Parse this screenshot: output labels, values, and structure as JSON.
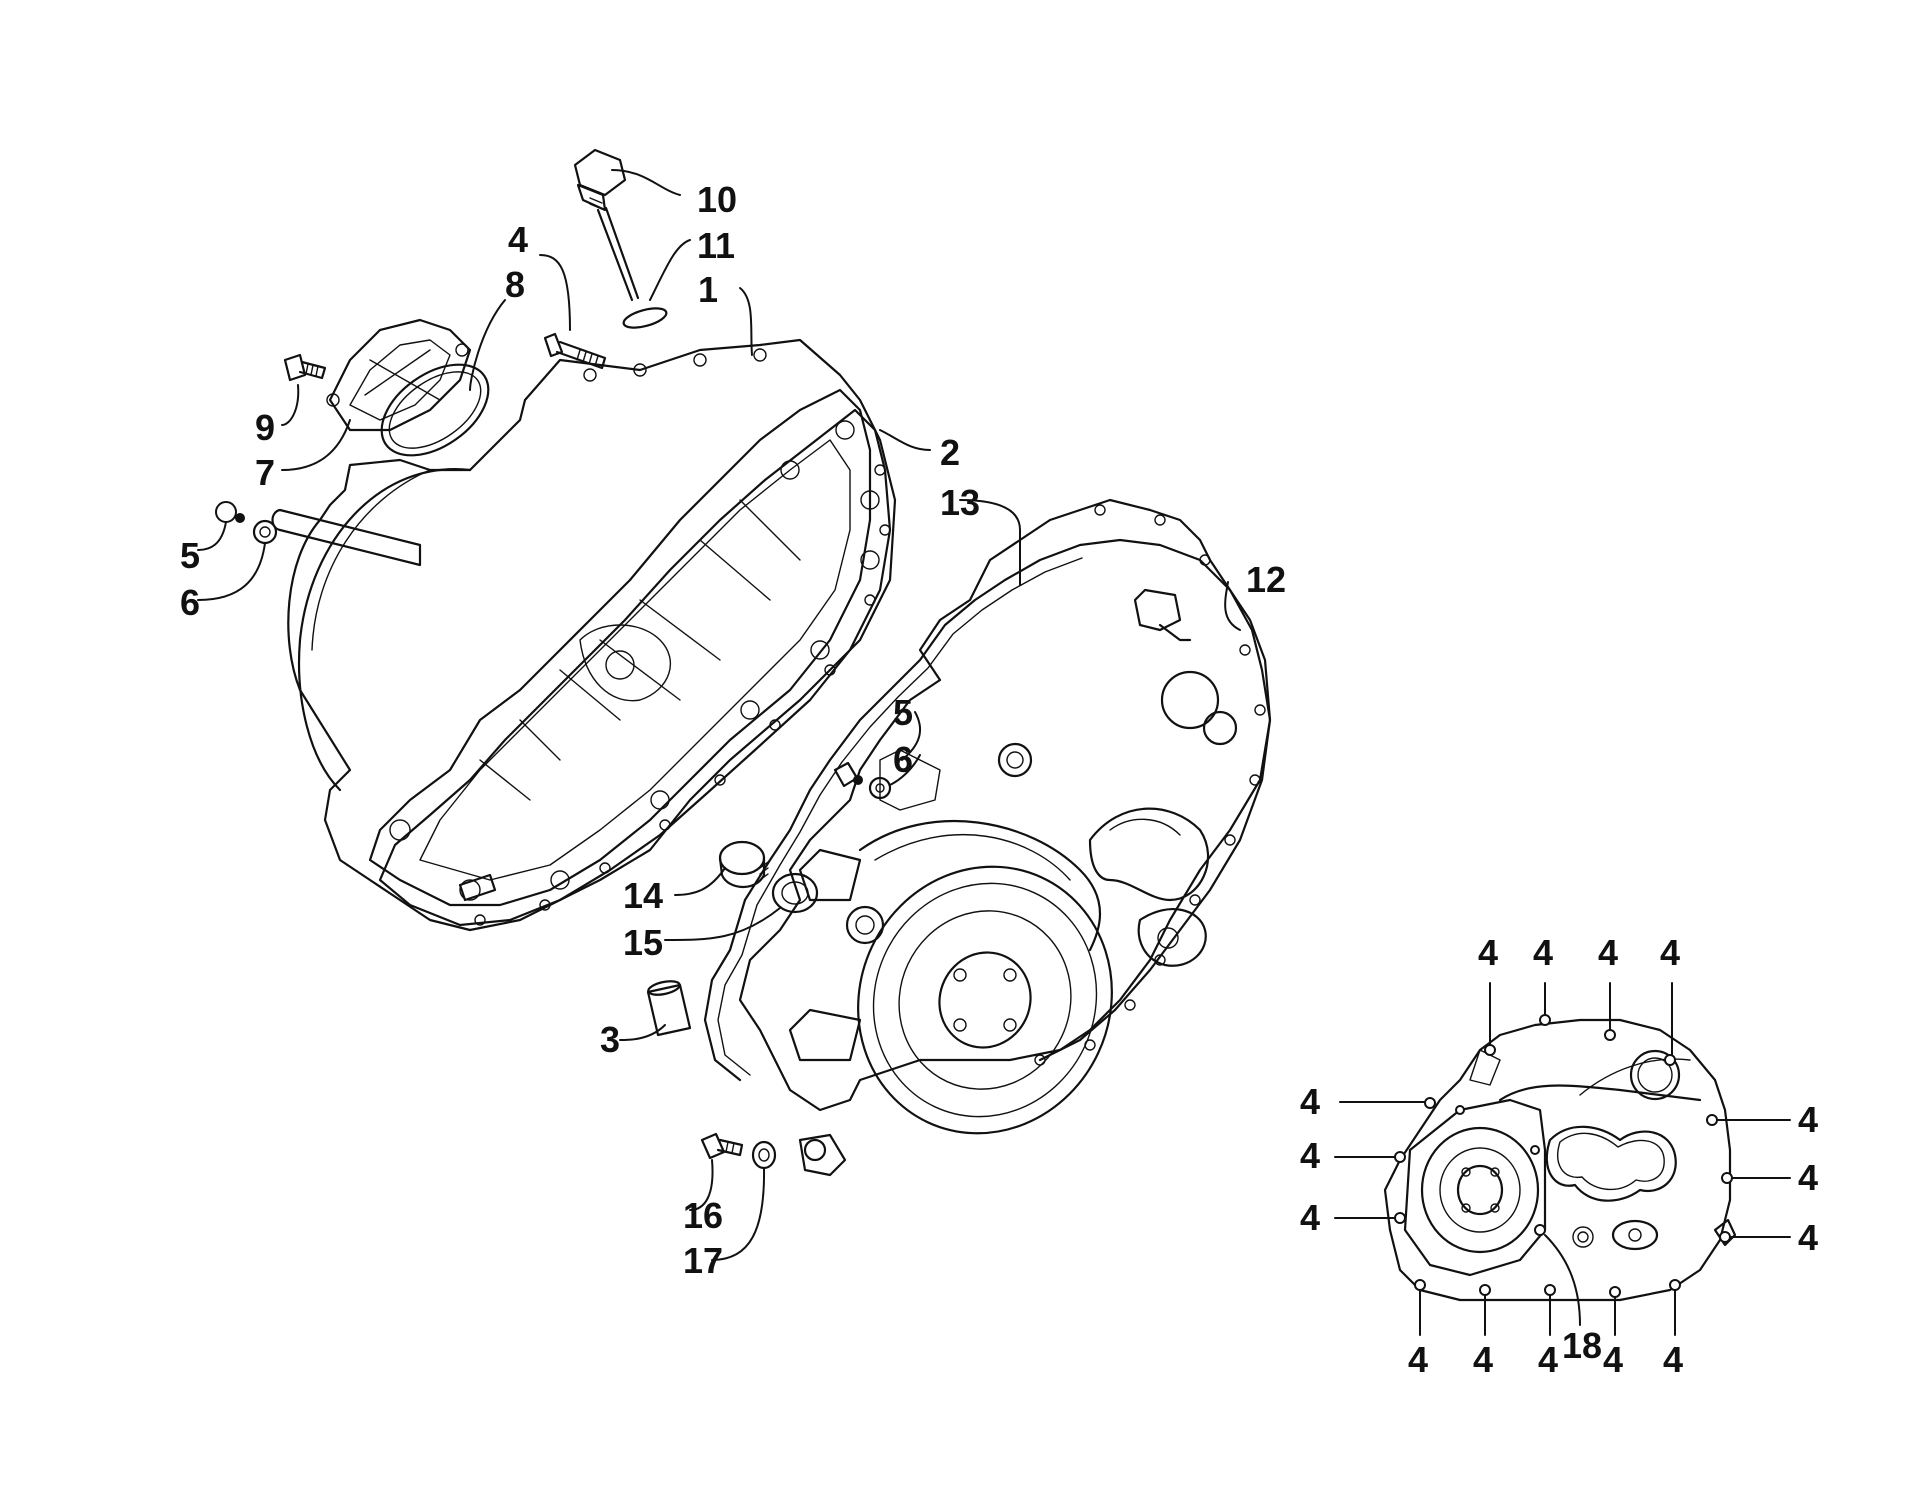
{
  "callouts": {
    "c10": "10",
    "c11": "11",
    "c4a": "4",
    "c8": "8",
    "c1": "1",
    "c9": "9",
    "c7": "7",
    "c2": "2",
    "c13": "13",
    "c12": "12",
    "c5a": "5",
    "c6a": "6",
    "c5b": "5",
    "c6b": "6",
    "c14": "14",
    "c15": "15",
    "c3": "3",
    "c16": "16",
    "c17": "17",
    "d1": "4",
    "d2": "4",
    "d3": "4",
    "d4": "4",
    "d5": "4",
    "d6": "4",
    "d7": "4",
    "d8": "4",
    "d9": "4",
    "d10": "4",
    "d11": "4",
    "d12": "4",
    "d13": "4",
    "d14": "4",
    "d15": "4",
    "c18": "18"
  }
}
